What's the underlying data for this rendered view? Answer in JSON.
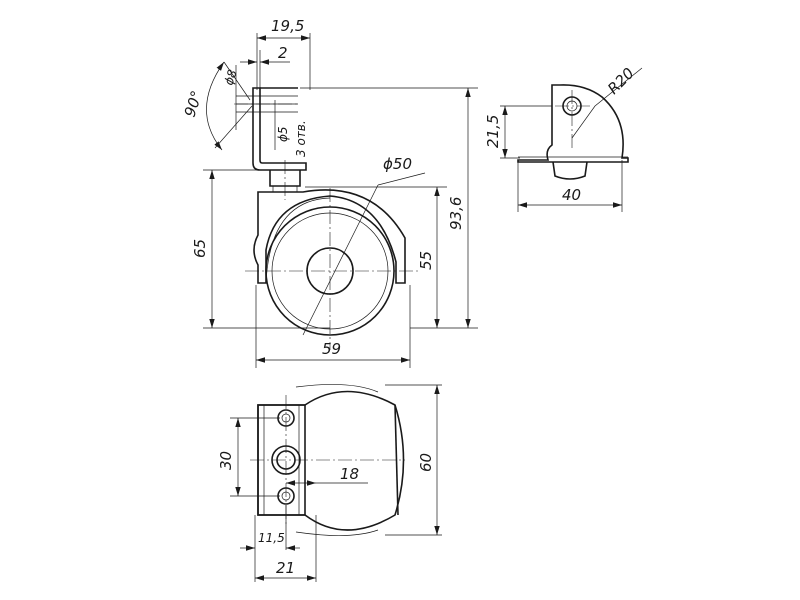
{
  "dimensions": {
    "top_width": "19,5",
    "flange_thickness": "2",
    "pin_diameter": "ϕ8",
    "bend_angle": "90°",
    "hole_diameter": "ϕ5",
    "holes_count": "3 отв.",
    "wheel_diameter": "ϕ50",
    "overall_height": "93,6",
    "wheel_axle_height": "65",
    "housing_height": "55",
    "overall_length": "59",
    "side_height": "21,5",
    "side_radius": "R20",
    "side_width": "40",
    "hole_spacing": "30",
    "center_offset": "18",
    "plan_height": "60",
    "plate_offset": "11,5",
    "plate_width": "21"
  }
}
